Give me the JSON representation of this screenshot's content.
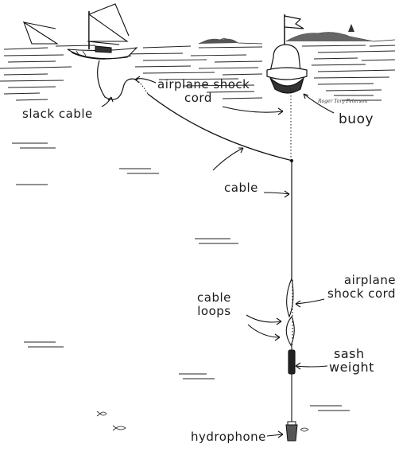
{
  "labels": {
    "airplane_shock_cord_top": [
      "airplane shock",
      "cord"
    ],
    "slack_cable": "slack cable",
    "buoy": "buoy",
    "cable": "cable",
    "cable_loops": [
      "cable",
      "loops"
    ],
    "airplane_shock_cord_bottom": [
      "airplane",
      "shock cord"
    ],
    "sash_weight": [
      "sash",
      "weight"
    ],
    "hydrophone": "hydrophone"
  },
  "signature": "Roger Tory Peterson",
  "colors": {
    "ink": "#1a1a1a",
    "paper": "#ffffff"
  }
}
